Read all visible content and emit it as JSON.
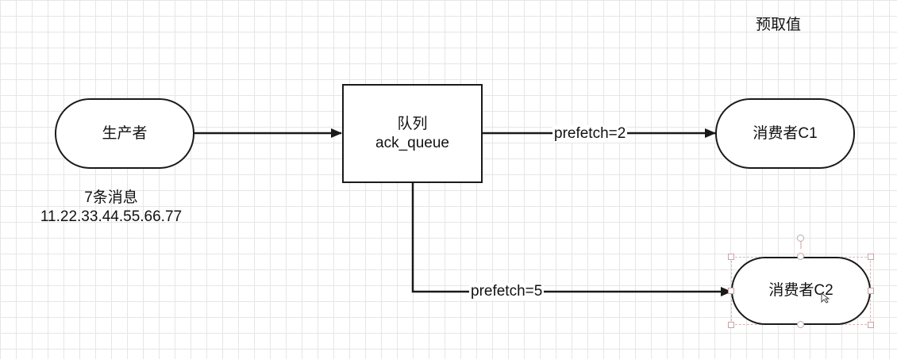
{
  "title": "预取值",
  "producer": {
    "label": "生产者"
  },
  "message_note": {
    "line1": "7条消息",
    "line2": "11.22.33.44.55.66.77"
  },
  "queue": {
    "line1": "队列",
    "line2": "ack_queue"
  },
  "consumer1": {
    "label": "消费者C1"
  },
  "consumer2": {
    "label": "消费者C2"
  },
  "edges": {
    "to_c1": "prefetch=2",
    "to_c2": "prefetch=5"
  },
  "colors": {
    "stroke": "#1a1a1a",
    "grid": "#e6e6e6",
    "selection_handle": "#c9a3a3"
  }
}
